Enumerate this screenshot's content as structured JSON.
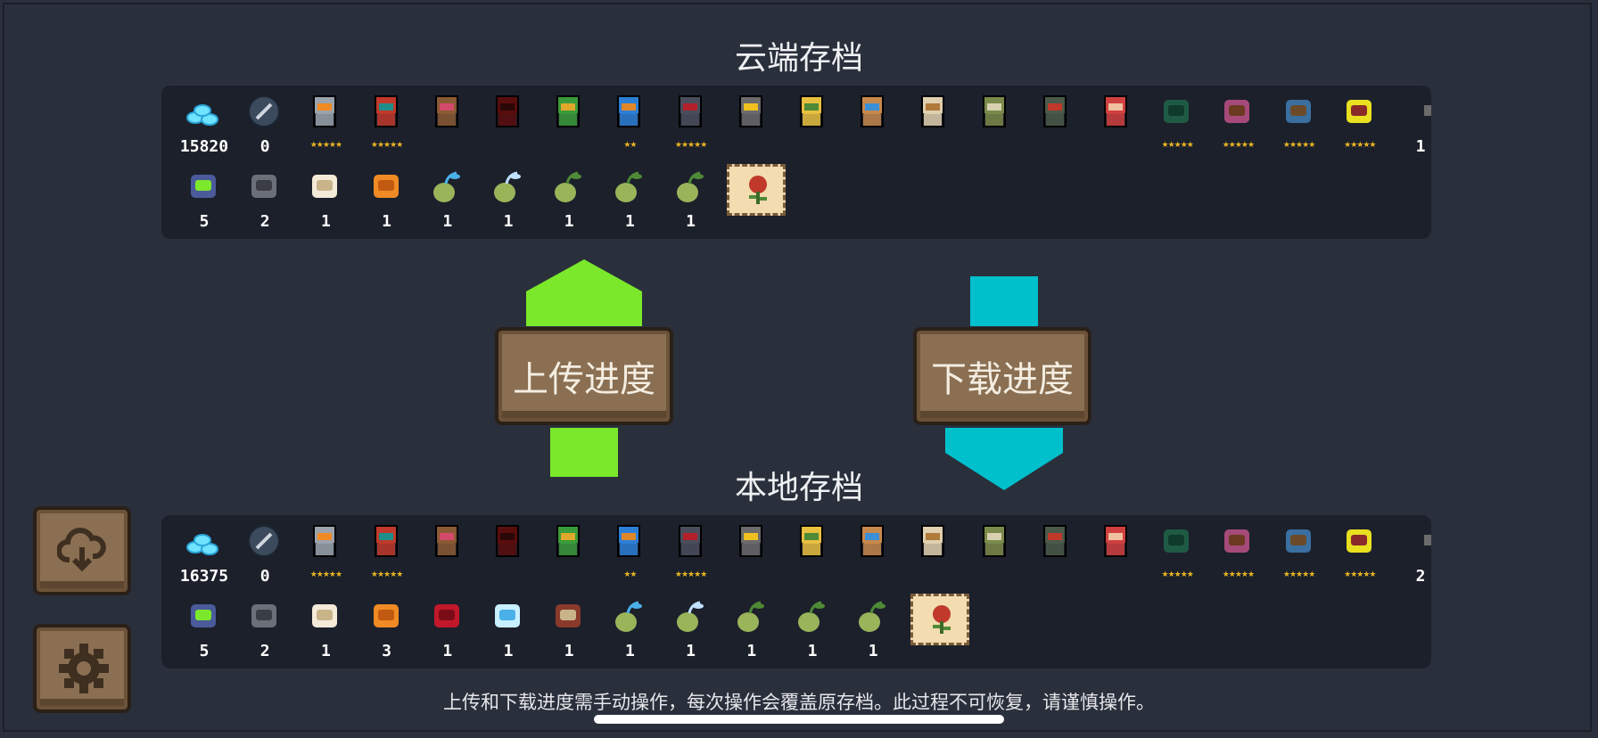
{
  "cloud": {
    "title": "云端存档",
    "row1": [
      {
        "icon": "gem-pile-icon",
        "count": "15820",
        "stars": ""
      },
      {
        "icon": "feather-coin-icon",
        "count": "0",
        "stars": ""
      },
      {
        "icon": "knight-hero-icon",
        "count": "",
        "stars": "★★★★★"
      },
      {
        "icon": "rogue-hero-icon",
        "count": "",
        "stars": "★★★★★"
      },
      {
        "icon": "wizard-hero-icon",
        "count": "",
        "stars": ""
      },
      {
        "icon": "assassin-hero-icon",
        "count": "",
        "stars": ""
      },
      {
        "icon": "engineer-hero-icon",
        "count": "",
        "stars": ""
      },
      {
        "icon": "robot-hero-icon",
        "count": "",
        "stars": "★★"
      },
      {
        "icon": "vampire-hero-icon",
        "count": "",
        "stars": "★★★★★"
      },
      {
        "icon": "paladin-hero-icon",
        "count": "",
        "stars": ""
      },
      {
        "icon": "elf-hero-icon",
        "count": "",
        "stars": ""
      },
      {
        "icon": "werewolf-hero-icon",
        "count": "",
        "stars": ""
      },
      {
        "icon": "priest-hero-icon",
        "count": "",
        "stars": ""
      },
      {
        "icon": "druid-hero-icon",
        "count": "",
        "stars": ""
      },
      {
        "icon": "alchemist-hero-icon",
        "count": "",
        "stars": ""
      },
      {
        "icon": "berserker-hero-icon",
        "count": "",
        "stars": ""
      },
      {
        "icon": "green-chest-icon",
        "count": "",
        "stars": "★★★★★"
      },
      {
        "icon": "bookshelf-icon",
        "count": "",
        "stars": "★★★★★"
      },
      {
        "icon": "barrel-icon",
        "count": "",
        "stars": "★★★★★"
      },
      {
        "icon": "potted-plant-icon",
        "count": "",
        "stars": "★★★★★"
      },
      {
        "icon": "partial-item-icon",
        "count": "1",
        "stars": ""
      }
    ],
    "row2": [
      {
        "icon": "battery-icon",
        "count": "5"
      },
      {
        "icon": "ore-icon",
        "count": "2"
      },
      {
        "icon": "seed-bag-icon",
        "count": "1"
      },
      {
        "icon": "orange-fruit-icon",
        "count": "1"
      },
      {
        "icon": "sprout-blue-icon",
        "count": "1"
      },
      {
        "icon": "sprout-sparkle-icon",
        "count": "1"
      },
      {
        "icon": "sprout-leaf-icon",
        "count": "1"
      },
      {
        "icon": "sprout-leaf-icon",
        "count": "1"
      },
      {
        "icon": "sprout-leaf-icon",
        "count": "1"
      }
    ]
  },
  "local": {
    "title": "本地存档",
    "row1": [
      {
        "icon": "gem-pile-icon",
        "count": "16375",
        "stars": ""
      },
      {
        "icon": "feather-coin-icon",
        "count": "0",
        "stars": ""
      },
      {
        "icon": "knight-hero-icon",
        "count": "",
        "stars": "★★★★★"
      },
      {
        "icon": "rogue-hero-icon",
        "count": "",
        "stars": "★★★★★"
      },
      {
        "icon": "wizard-hero-icon",
        "count": "",
        "stars": ""
      },
      {
        "icon": "assassin-hero-icon",
        "count": "",
        "stars": ""
      },
      {
        "icon": "engineer-hero-icon",
        "count": "",
        "stars": ""
      },
      {
        "icon": "robot-hero-icon",
        "count": "",
        "stars": "★★"
      },
      {
        "icon": "vampire-hero-icon",
        "count": "",
        "stars": "★★★★★"
      },
      {
        "icon": "paladin-hero-icon",
        "count": "",
        "stars": ""
      },
      {
        "icon": "elf-hero-icon",
        "count": "",
        "stars": ""
      },
      {
        "icon": "werewolf-hero-icon",
        "count": "",
        "stars": ""
      },
      {
        "icon": "priest-hero-icon",
        "count": "",
        "stars": ""
      },
      {
        "icon": "druid-hero-icon",
        "count": "",
        "stars": ""
      },
      {
        "icon": "alchemist-hero-icon",
        "count": "",
        "stars": ""
      },
      {
        "icon": "berserker-hero-icon",
        "count": "",
        "stars": ""
      },
      {
        "icon": "green-chest-icon",
        "count": "",
        "stars": "★★★★★"
      },
      {
        "icon": "bookshelf-icon",
        "count": "",
        "stars": "★★★★★"
      },
      {
        "icon": "barrel-icon",
        "count": "",
        "stars": "★★★★★"
      },
      {
        "icon": "potted-plant-icon",
        "count": "",
        "stars": "★★★★★"
      },
      {
        "icon": "partial-item-icon",
        "count": "2",
        "stars": ""
      }
    ],
    "row2": [
      {
        "icon": "battery-icon",
        "count": "5"
      },
      {
        "icon": "ore-icon",
        "count": "2"
      },
      {
        "icon": "seed-bag-icon",
        "count": "1"
      },
      {
        "icon": "orange-fruit-icon",
        "count": "3"
      },
      {
        "icon": "red-maple-leaf-icon",
        "count": "1"
      },
      {
        "icon": "ice-crystal-icon",
        "count": "1"
      },
      {
        "icon": "small-machine-icon",
        "count": "1"
      },
      {
        "icon": "sprout-blue-icon",
        "count": "1"
      },
      {
        "icon": "sprout-sparkle-icon",
        "count": "1"
      },
      {
        "icon": "sprout-leaf-icon",
        "count": "1"
      },
      {
        "icon": "sprout-leaf-icon",
        "count": "1"
      },
      {
        "icon": "sprout-leaf-icon",
        "count": "1"
      }
    ]
  },
  "buttons": {
    "upload": "上传进度",
    "download": "下载进度"
  },
  "side": {
    "cloud_icon": "cloud-download-icon",
    "settings_icon": "gear-icon"
  },
  "notice": "上传和下载进度需手动操作，每次操作会覆盖原存档。此过程不可恢复，请谨慎操作。",
  "colors": {
    "background": "#2a2f3c",
    "panel": "#1c202b",
    "upload_arrow": "#7be82b",
    "download_arrow": "#00c0cc",
    "wood": "#8a6f52",
    "star": "#e8b623"
  }
}
